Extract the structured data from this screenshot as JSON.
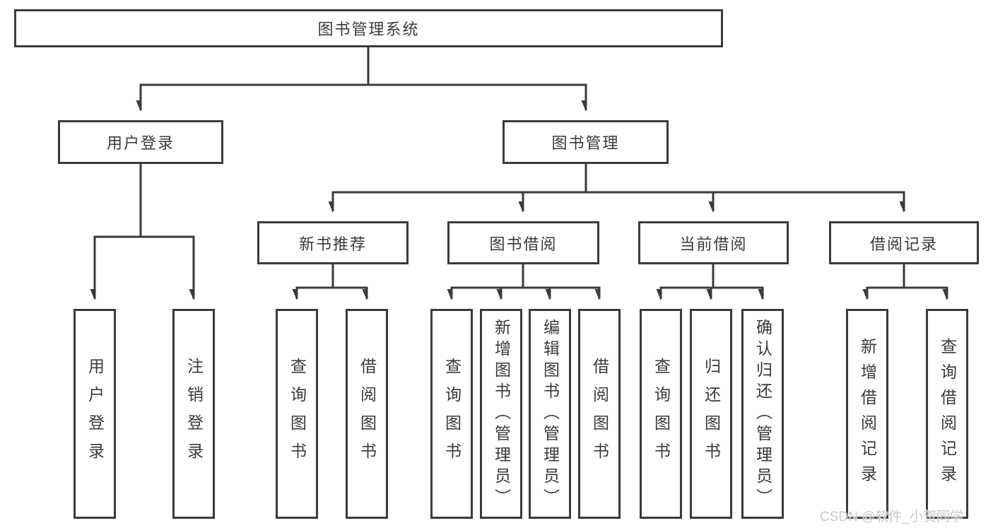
{
  "diagram": {
    "root": "图书管理系统",
    "level2": {
      "user_login": "用户登录",
      "book_management": "图书管理"
    },
    "level3": {
      "new_book_recommendation": "新书推荐",
      "book_borrowing": "图书借阅",
      "current_borrowing": "当前借阅",
      "borrowing_records": "借阅记录"
    },
    "leaves": {
      "user_login": [
        "用户登录",
        "注销登录"
      ],
      "new_book_recommendation": [
        "查询图书",
        "借阅图书"
      ],
      "book_borrowing": [
        "查询图书",
        "新增图书（管理员）",
        "编辑图书（管理员）",
        "借阅图书"
      ],
      "current_borrowing": [
        "查询图书",
        "归还图书",
        "确认归还（管理员）"
      ],
      "borrowing_records": [
        "新增借阅记录",
        "查询借阅记录"
      ]
    }
  },
  "watermark": "CSDN @软件_小贺同学",
  "colors": {
    "line": "#3b3b3b",
    "text": "#3a3a3a",
    "background": "#ffffff",
    "watermark": "#c9c9c9"
  }
}
